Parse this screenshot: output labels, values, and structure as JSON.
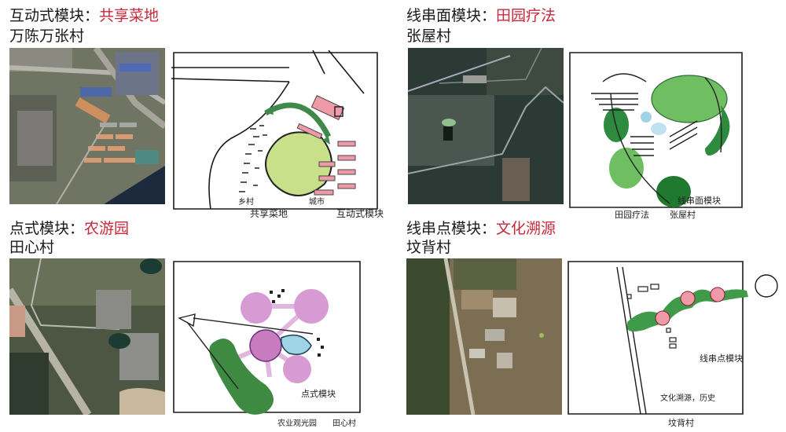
{
  "panels": [
    {
      "id": "interactive",
      "module_label": "互动式模块：",
      "theme": "共享菜地",
      "village": "万陈万张村",
      "sketch_notes": [
        "共享菜地",
        "互动式模块",
        "城市",
        "乡村"
      ]
    },
    {
      "id": "linear-area",
      "module_label": "线串面模块：",
      "theme": "田园疗法",
      "village": "张屋村",
      "sketch_notes": [
        "田园疗法",
        "张屋村",
        "线串面模块"
      ]
    },
    {
      "id": "point",
      "module_label": "点式模块：",
      "theme": "农游园",
      "village": "田心村",
      "sketch_notes": [
        "点式模块",
        "农业观光园",
        "田心村"
      ]
    },
    {
      "id": "linear-point",
      "module_label": "线串点模块：",
      "theme": "文化溯源",
      "village": "坟背村",
      "sketch_notes": [
        "线串点模块",
        "文化溯源，历史",
        "坟背村"
      ]
    }
  ],
  "colors": {
    "accent": "#c8283a",
    "text": "#1a1a1a",
    "sketch_green": "#3f9a4a",
    "sketch_light_green": "#c9e08a",
    "sketch_pink": "#ef9aa8",
    "sketch_purple": "#c77cc0",
    "sketch_blue": "#9fd3e6"
  }
}
